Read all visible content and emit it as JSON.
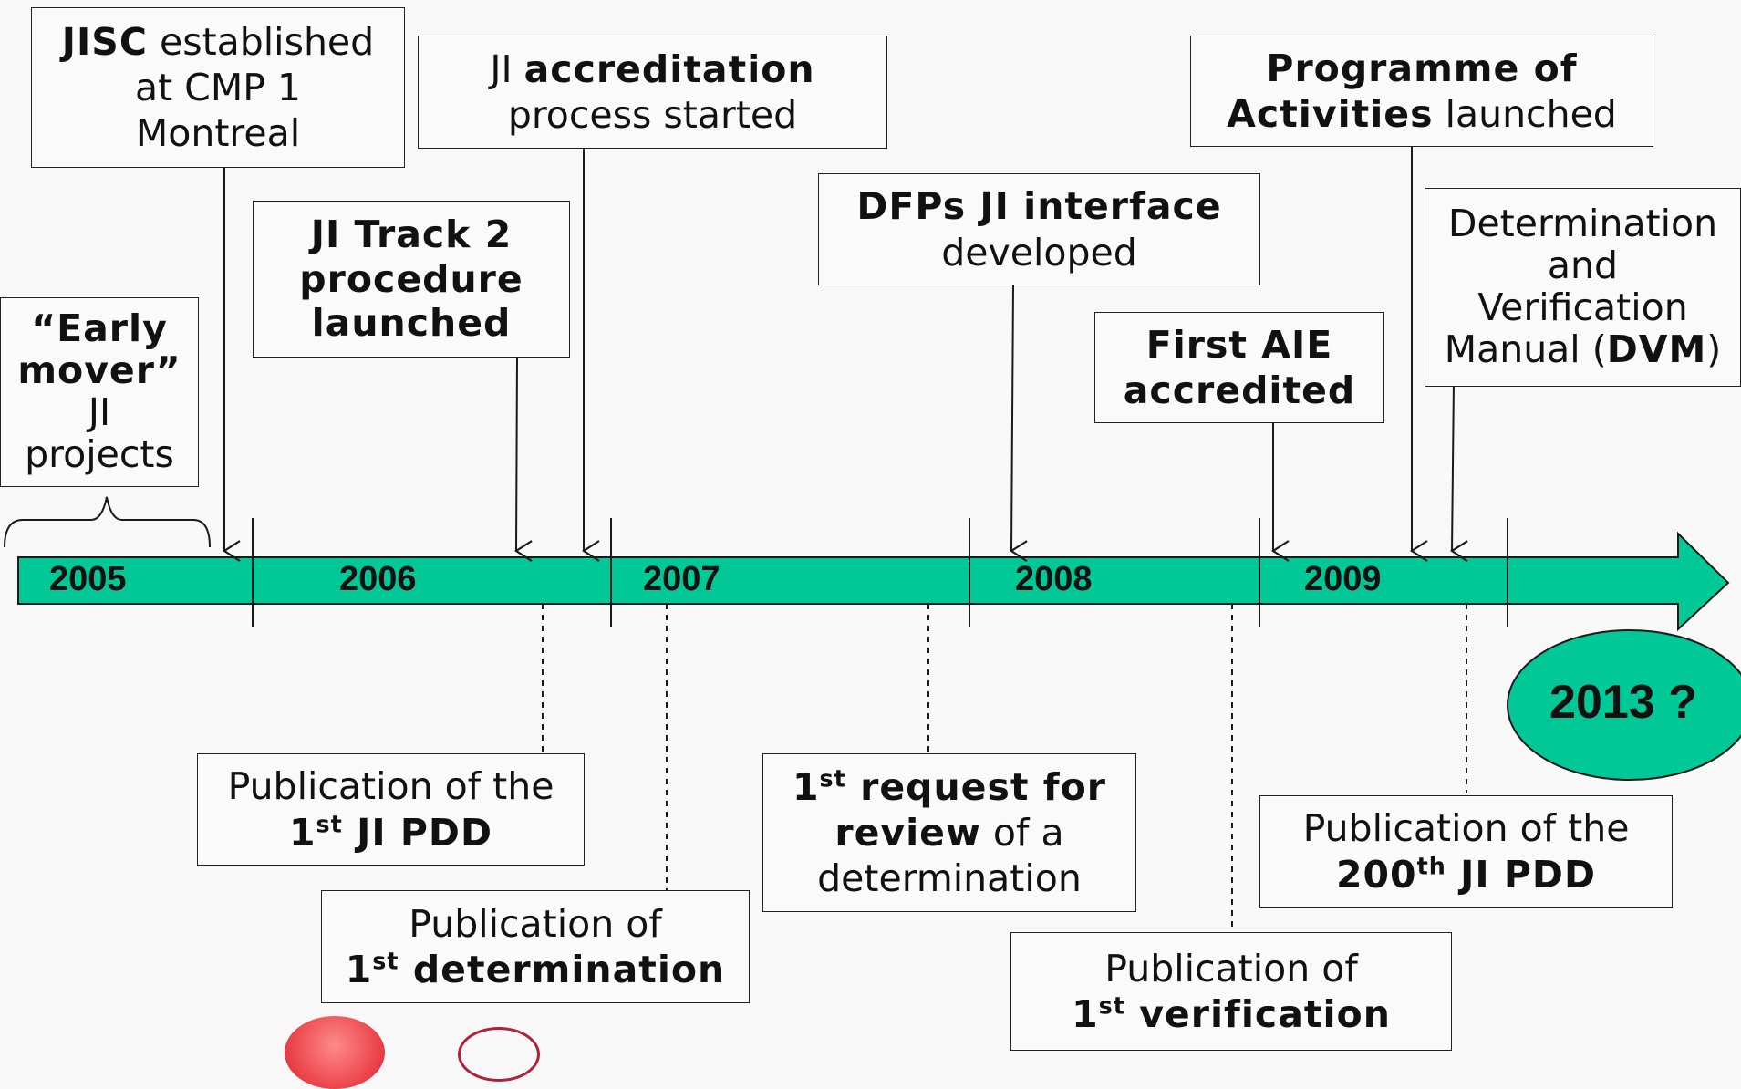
{
  "years": [
    "2005",
    "2006",
    "2007",
    "2008",
    "2009"
  ],
  "future_label": "2013 ?",
  "colors": {
    "timeline": "#00c896",
    "line": "#1a1a1a",
    "box_border": "#222222",
    "background": "#f8f8f8"
  },
  "above": {
    "jisc": {
      "bold": "JISC",
      "rest": "established",
      "line2": "at CMP 1",
      "line3": "Montreal"
    },
    "early_mover": {
      "line1": "“Early",
      "line2": "mover”",
      "line3": "JI",
      "line4": "projects"
    },
    "track2": {
      "line1": "JI Track 2",
      "line2": "procedure",
      "line3": "launched"
    },
    "accreditation": {
      "pre": "JI",
      "bold": "accreditation",
      "line2": "process started"
    },
    "dfps": {
      "bold": "DFPs JI interface",
      "line2": "developed"
    },
    "first_aie": {
      "line1": "First AIE",
      "line2": "accredited"
    },
    "poa": {
      "line1": "Programme of",
      "bold2": "Activities",
      "rest2": "launched"
    },
    "dvm": {
      "line1": "Determination",
      "line2": "and",
      "line3": "Verification",
      "pre4": "Manual (",
      "bold4": "DVM",
      "post4": ")"
    }
  },
  "below": {
    "first_pdd": {
      "line1": "Publication of the",
      "num": "1",
      "sup": "st",
      "rest": "JI PDD"
    },
    "first_determination": {
      "line1": "Publication of",
      "num": "1",
      "sup": "st",
      "rest": "determination"
    },
    "first_review": {
      "num": "1",
      "sup": "st",
      "bold1": "request for",
      "bold2": "review",
      "rest2": "of a",
      "line3": "determination"
    },
    "pdd_200": {
      "line1": "Publication of the",
      "num": "200",
      "sup": "th",
      "rest": "JI PDD"
    },
    "first_verification": {
      "line1": "Publication of",
      "num": "1",
      "sup": "st",
      "rest": "verification"
    }
  }
}
